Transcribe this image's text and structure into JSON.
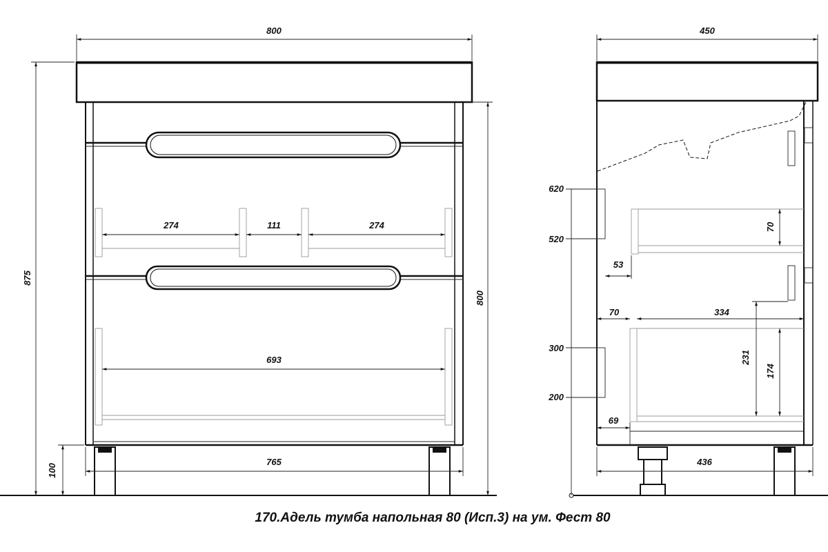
{
  "front_view": {
    "width": "800",
    "height_total": "875",
    "height_body": "800",
    "leg_height": "100",
    "drawer1_inner_left": "274",
    "drawer1_gap": "111",
    "drawer1_inner_right": "274",
    "drawer2_inner": "693",
    "base_width": "765"
  },
  "side_view": {
    "depth": "450",
    "level_620": "620",
    "level_520": "520",
    "level_300": "300",
    "level_200": "200",
    "offset_53": "53",
    "height_70": "70",
    "offset_70": "70",
    "inner_depth_334": "334",
    "height_231": "231",
    "height_174": "174",
    "offset_69": "69",
    "base_depth": "436"
  },
  "caption": "170.Адель тумба напольная 80 (Исп.3) на ум. Фест 80"
}
